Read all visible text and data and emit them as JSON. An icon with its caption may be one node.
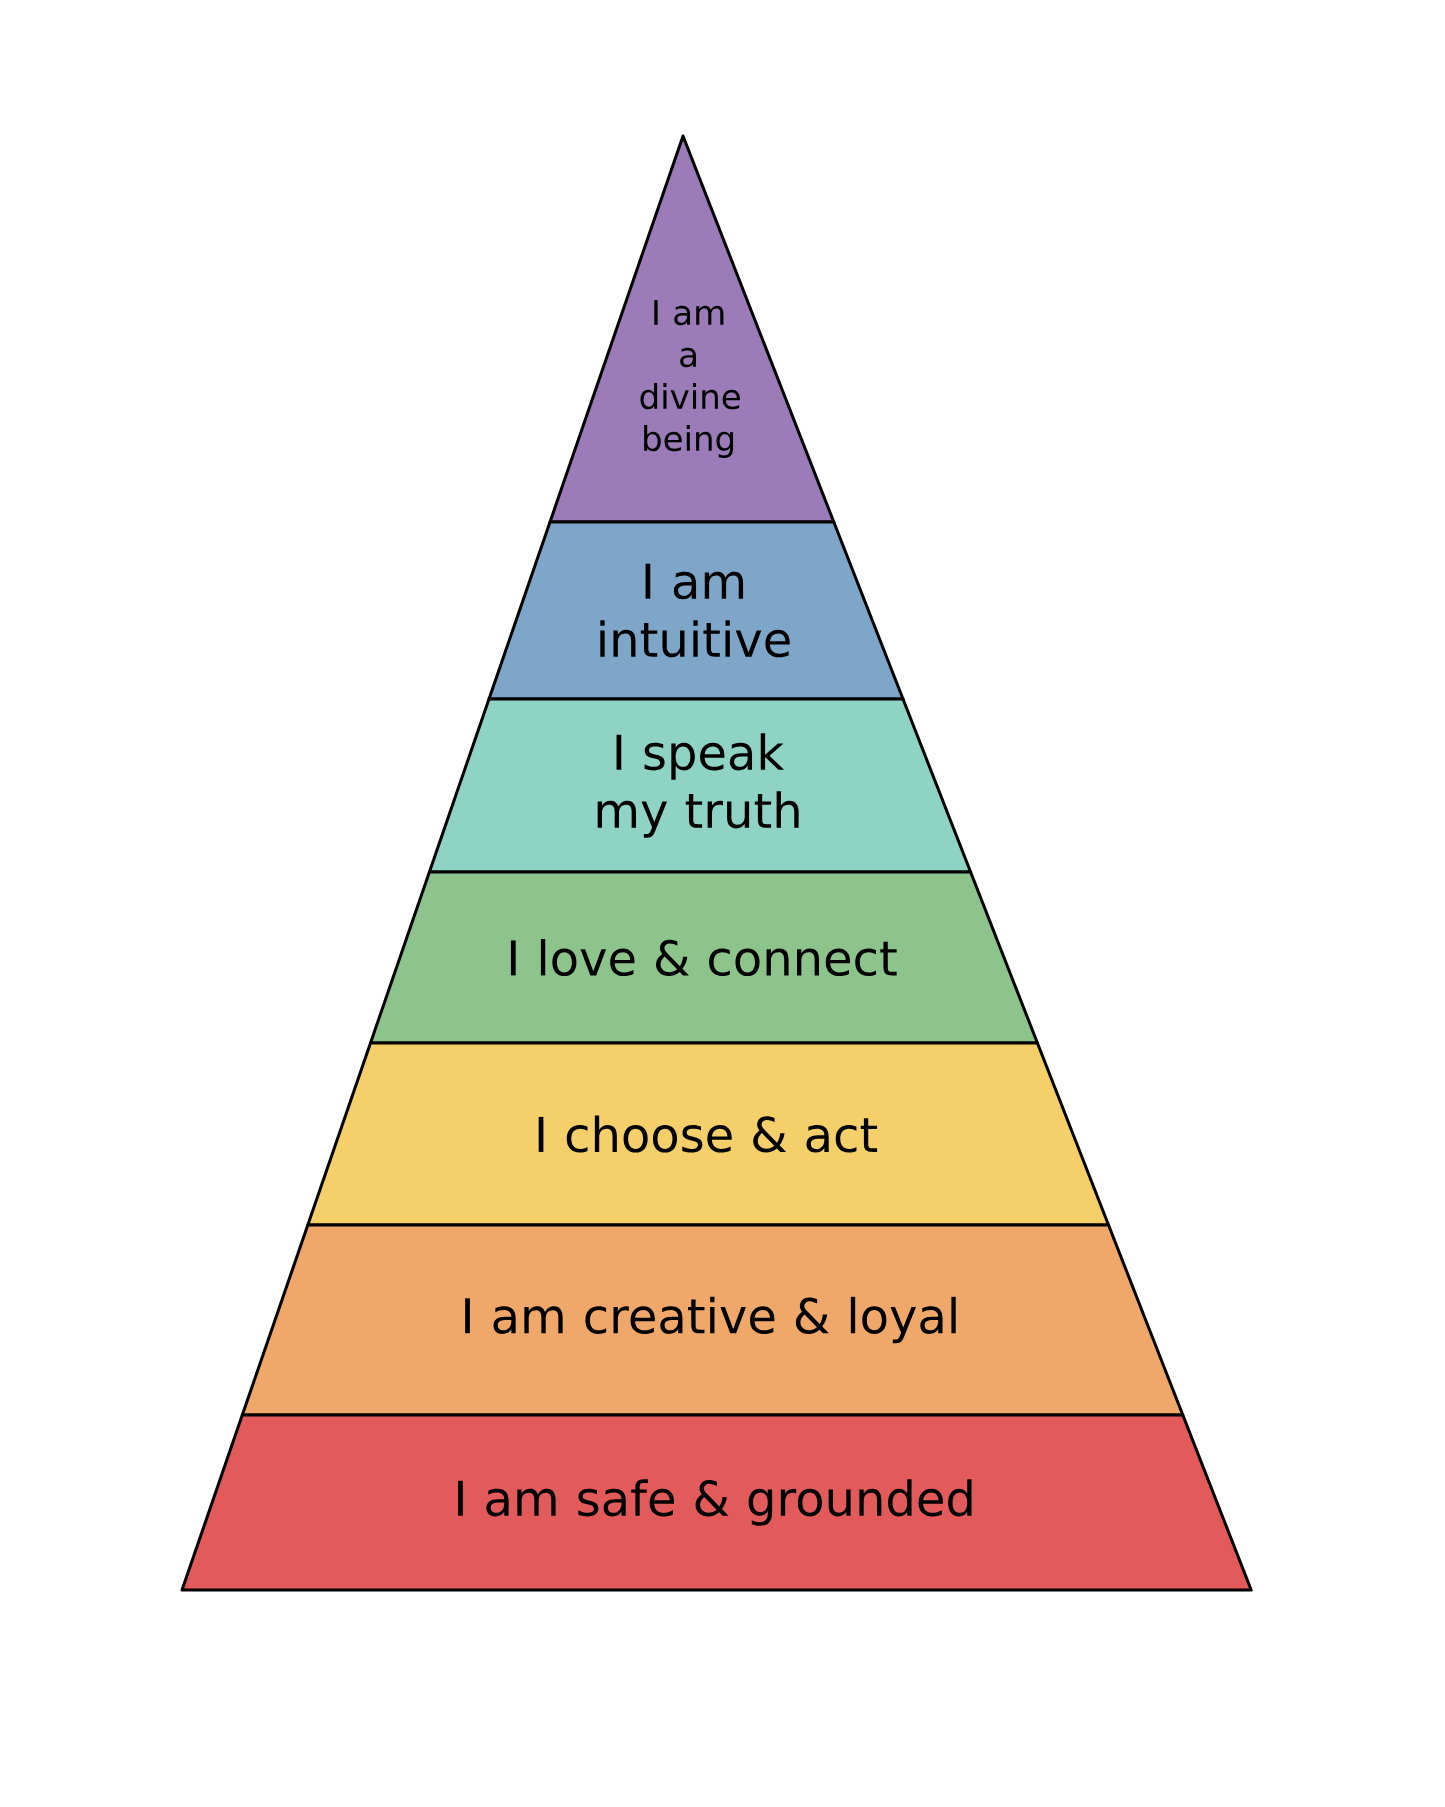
{
  "diagram": {
    "nodes": [
      {
        "text": [
          "I am a divine being"
        ]
      },
      {
        "text": [
          "I am intuitive"
        ]
      },
      {
        "text": [
          "I speak my truth"
        ]
      },
      {
        "text": [
          "I love & connect"
        ]
      },
      {
        "text": [
          "I choose & act"
        ]
      },
      {
        "text": [
          "I am creative & loyal"
        ]
      },
      {
        "text": [
          "I am safe & grounded"
        ]
      }
    ]
  }
}
